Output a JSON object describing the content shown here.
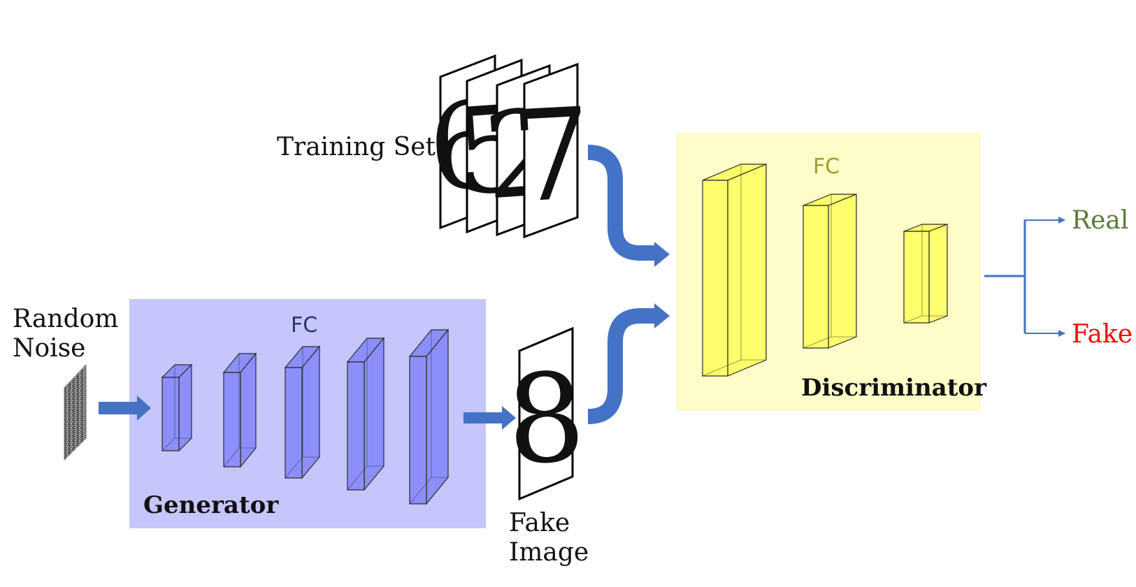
{
  "labels": {
    "random_noise_line1": "Random",
    "random_noise_line2": "Noise",
    "training_set": "Training Set",
    "generator": "Generator",
    "generator_fc": "FC",
    "fake_image_line1": "Fake",
    "fake_image_line2": "Image",
    "discriminator": "Discriminator",
    "discriminator_fc": "FC",
    "real": "Real",
    "fake": "Fake"
  },
  "training_digits": [
    "6",
    "5",
    "2",
    "7"
  ],
  "fake_digit": "8",
  "colors": {
    "generator_panel": "#c5c6fb",
    "generator_layer": "#8185fa",
    "discriminator_panel": "#fefdc9",
    "discriminator_layer": "#fefd5a",
    "arrow": "#4472c4",
    "real_text": "#5b7a3a",
    "fake_text": "#ff0000",
    "fc_generator_text": "#2f3560",
    "fc_discriminator_text": "#a39a2c"
  }
}
